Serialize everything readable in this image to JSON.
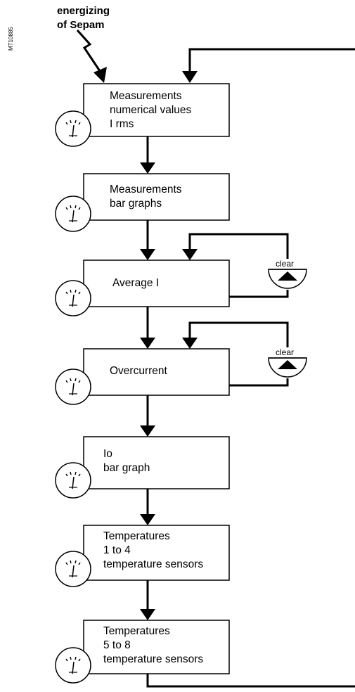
{
  "doc_id": "MT10885",
  "start_label": [
    "energizing",
    "of Sepam"
  ],
  "clear_label": "clear",
  "boxes": [
    {
      "name": "box-measurements-numerical",
      "lines": [
        "Measurements",
        "numerical values",
        "I rms"
      ]
    },
    {
      "name": "box-measurements-bar-graphs",
      "lines": [
        "Measurements",
        "bar graphs"
      ]
    },
    {
      "name": "box-average-i",
      "lines": [
        "Average I"
      ]
    },
    {
      "name": "box-overcurrent",
      "lines": [
        "Overcurrent"
      ]
    },
    {
      "name": "box-io-bar-graph",
      "lines": [
        "Io",
        "bar graph"
      ]
    },
    {
      "name": "box-temperatures-1-4",
      "lines": [
        "Temperatures",
        "1 to 4",
        "temperature sensors"
      ]
    },
    {
      "name": "box-temperatures-5-8",
      "lines": [
        "Temperatures",
        "5 to 8",
        "temperature sensors"
      ]
    }
  ]
}
